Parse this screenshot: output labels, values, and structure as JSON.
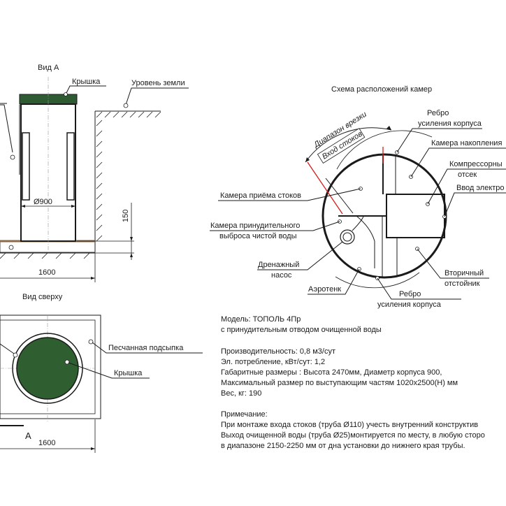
{
  "views": {
    "front_title": "Вид А",
    "top_title": "Вид сверху",
    "scheme_title": "Схема расположений камер"
  },
  "labels": {
    "lid": "Крышка",
    "ground_level": "Уровень земли",
    "diameter": "Ø900",
    "dim_150": "150",
    "dim_1600_front": "1600",
    "dim_1600_top": "1600",
    "sand_bedding": "Песчанная подсыпка",
    "lid_top": "Крышка",
    "view_marker": "А"
  },
  "scheme": {
    "cut_range": "Диапазон врезки",
    "inlet": "Вход стоков",
    "rib_top_1": "Ребро",
    "rib_top_2": "усиления корпуса",
    "accumulation": "Камера накопления",
    "compressor_1": "Компрессорны",
    "compressor_2": "отсек",
    "power_inlet": "Ввод электро",
    "reception": "Камера приёма стоков",
    "forced_1": "Камера принудительного",
    "forced_2": "выброса чистой воды",
    "drain_1": "Дренажный",
    "drain_2": "насос",
    "aerotank": "Аэротенк",
    "secondary_1": "Вторичный",
    "secondary_2": "отстойник",
    "rib_bottom_1": "Ребро",
    "rib_bottom_2": "усиления корпуса"
  },
  "specs": {
    "model": "Модель: ТОПОЛЬ 4Пр",
    "model_sub": "с принудительным отводом очищенной воды",
    "productivity": "Производительность: 0,8 м3/сут",
    "power": "Эл. потребление, кВт/сут: 1,2",
    "dimensions": "Габаритные размеры : Высота 2470мм, Диаметр корпуса 900,",
    "max_size": "Максимальный размер по выступающим частям 1020х2500(Н) мм",
    "weight": "Вес, кг: 190",
    "note_title": "Примечание:",
    "note_1": "При монтаже входа  стоков (труба  Ø110) учесть внутренний конструктив",
    "note_2": "Выход очищенной воды (труба Ø25)монтируется по месту, в любую сторо",
    "note_3": "в диапазоне 2150-2250 мм от дна установки до нижнего края трубы."
  },
  "colors": {
    "lid_green": "#2e5b32",
    "body_green": "#2f5f31",
    "inlet_red": "#d61c1c",
    "base_brown": "#8c6a48"
  }
}
